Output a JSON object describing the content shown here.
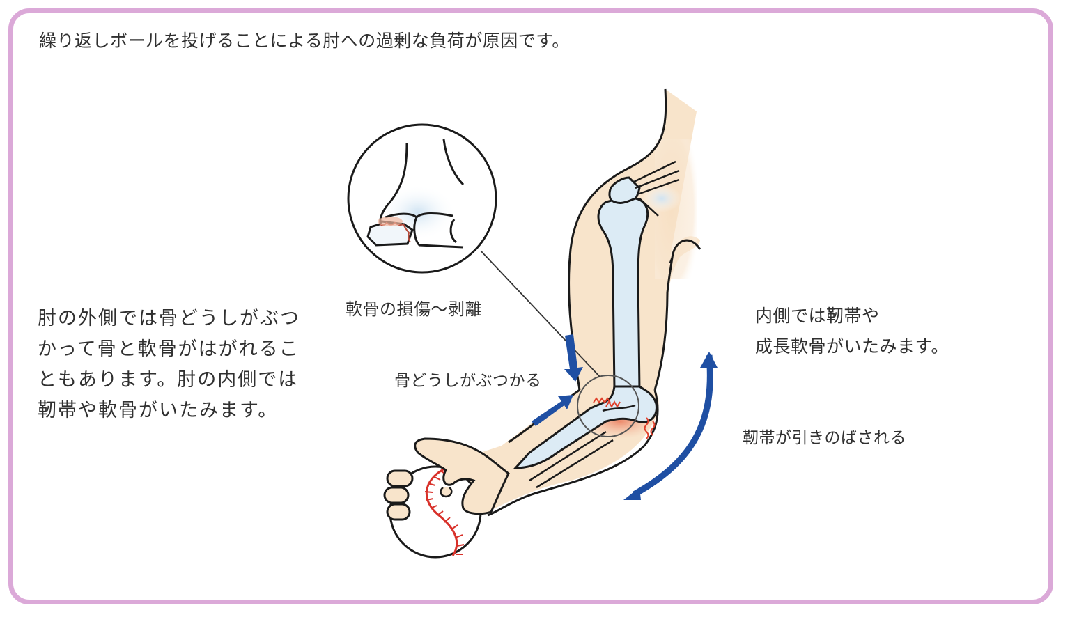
{
  "frame": {
    "border_color": "#dba9d8"
  },
  "heading": "繰り返しボールを投げることによる肘への過剰な負荷が原因です。",
  "left_paragraph": {
    "lines": [
      "肘の外側では骨どうしがぶつ",
      "かって骨と軟骨がはがれるこ",
      "ともあります。肘の内側では",
      "靭帯や軟骨がいたみます。"
    ]
  },
  "labels": {
    "cartilage_damage": "軟骨の損傷～剥離",
    "bones_collide": "骨どうしがぶつかる",
    "ligament_stretched": "靭帯が引きのばされる"
  },
  "right_paragraph": {
    "lines": [
      "内側では靭帯や",
      "成長軟骨がいたみます。"
    ]
  },
  "colors": {
    "skin": "#f8e3c8",
    "bone": "#dcebf5",
    "arrow": "#1f4fa3",
    "injury": "#e0412c",
    "outline": "#1a1a1a",
    "ball_stitch": "#d8312a"
  },
  "illustration": {
    "elements": [
      "arm",
      "humerus",
      "ulna",
      "radius",
      "magnifier-circle",
      "zoom-inset",
      "compression-arrows",
      "stretch-arrow",
      "baseball",
      "hand"
    ]
  }
}
